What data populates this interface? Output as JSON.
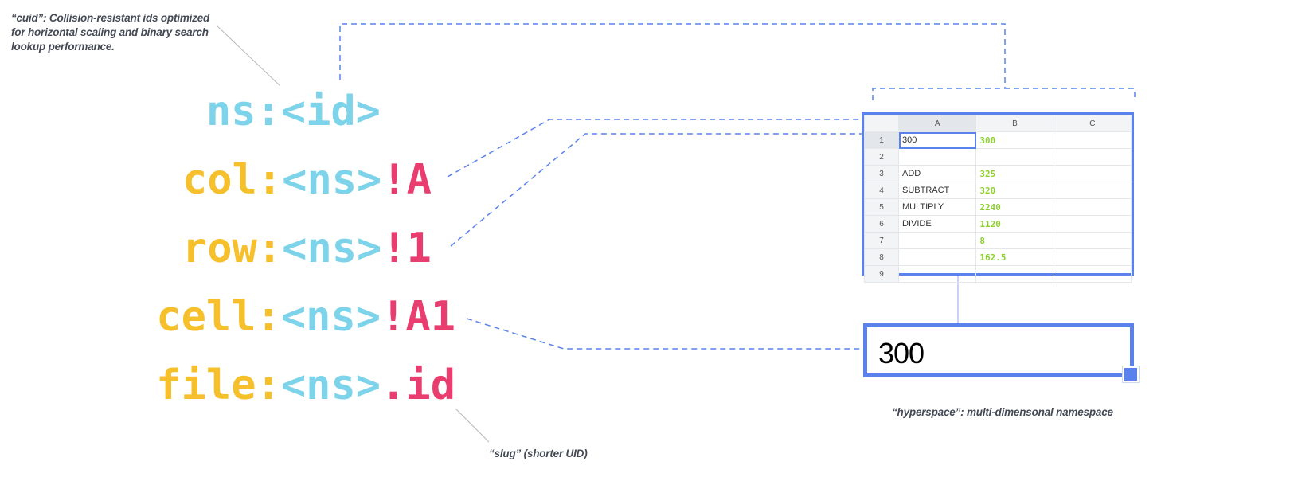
{
  "notes": {
    "cuid": "“cuid”: Collision-resistant ids optimized for horizontal scaling and binary search lookup performance.",
    "slug": "“slug” (shorter UID)",
    "hyperspace": "“hyperspace”: multi-dimensonal namespace"
  },
  "code_lines": [
    {
      "prefix": "ns:",
      "ns": "<id>",
      "suffix": ""
    },
    {
      "prefix": "col:",
      "ns": "<ns>",
      "suffix": "!A"
    },
    {
      "prefix": "row:",
      "ns": "<ns>",
      "suffix": "!1"
    },
    {
      "prefix": "cell:",
      "ns": "<ns>",
      "suffix": "!A1"
    },
    {
      "prefix": "file:",
      "ns": "<ns>",
      "suffix": ".id"
    }
  ],
  "sheet": {
    "columns": [
      "A",
      "B",
      "C"
    ],
    "rows": [
      {
        "num": "1",
        "a": "300",
        "b": "300",
        "c": ""
      },
      {
        "num": "2",
        "a": "",
        "b": "",
        "c": ""
      },
      {
        "num": "3",
        "a": "ADD",
        "b": "325",
        "c": ""
      },
      {
        "num": "4",
        "a": "SUBTRACT",
        "b": "320",
        "c": ""
      },
      {
        "num": "5",
        "a": "MULTIPLY",
        "b": "2240",
        "c": ""
      },
      {
        "num": "6",
        "a": "DIVIDE",
        "b": "1120",
        "c": ""
      },
      {
        "num": "7",
        "a": "",
        "b": "8",
        "c": ""
      },
      {
        "num": "8",
        "a": "",
        "b": "162.5",
        "c": ""
      },
      {
        "num": "9",
        "a": "",
        "b": "",
        "c": ""
      }
    ]
  },
  "big_cell": {
    "value": "300"
  },
  "colors": {
    "accent": "#5b82ec",
    "yellow": "#f6c02c",
    "blue": "#7dd3ea",
    "red": "#ea3d6f",
    "green": "#8ed12b"
  }
}
